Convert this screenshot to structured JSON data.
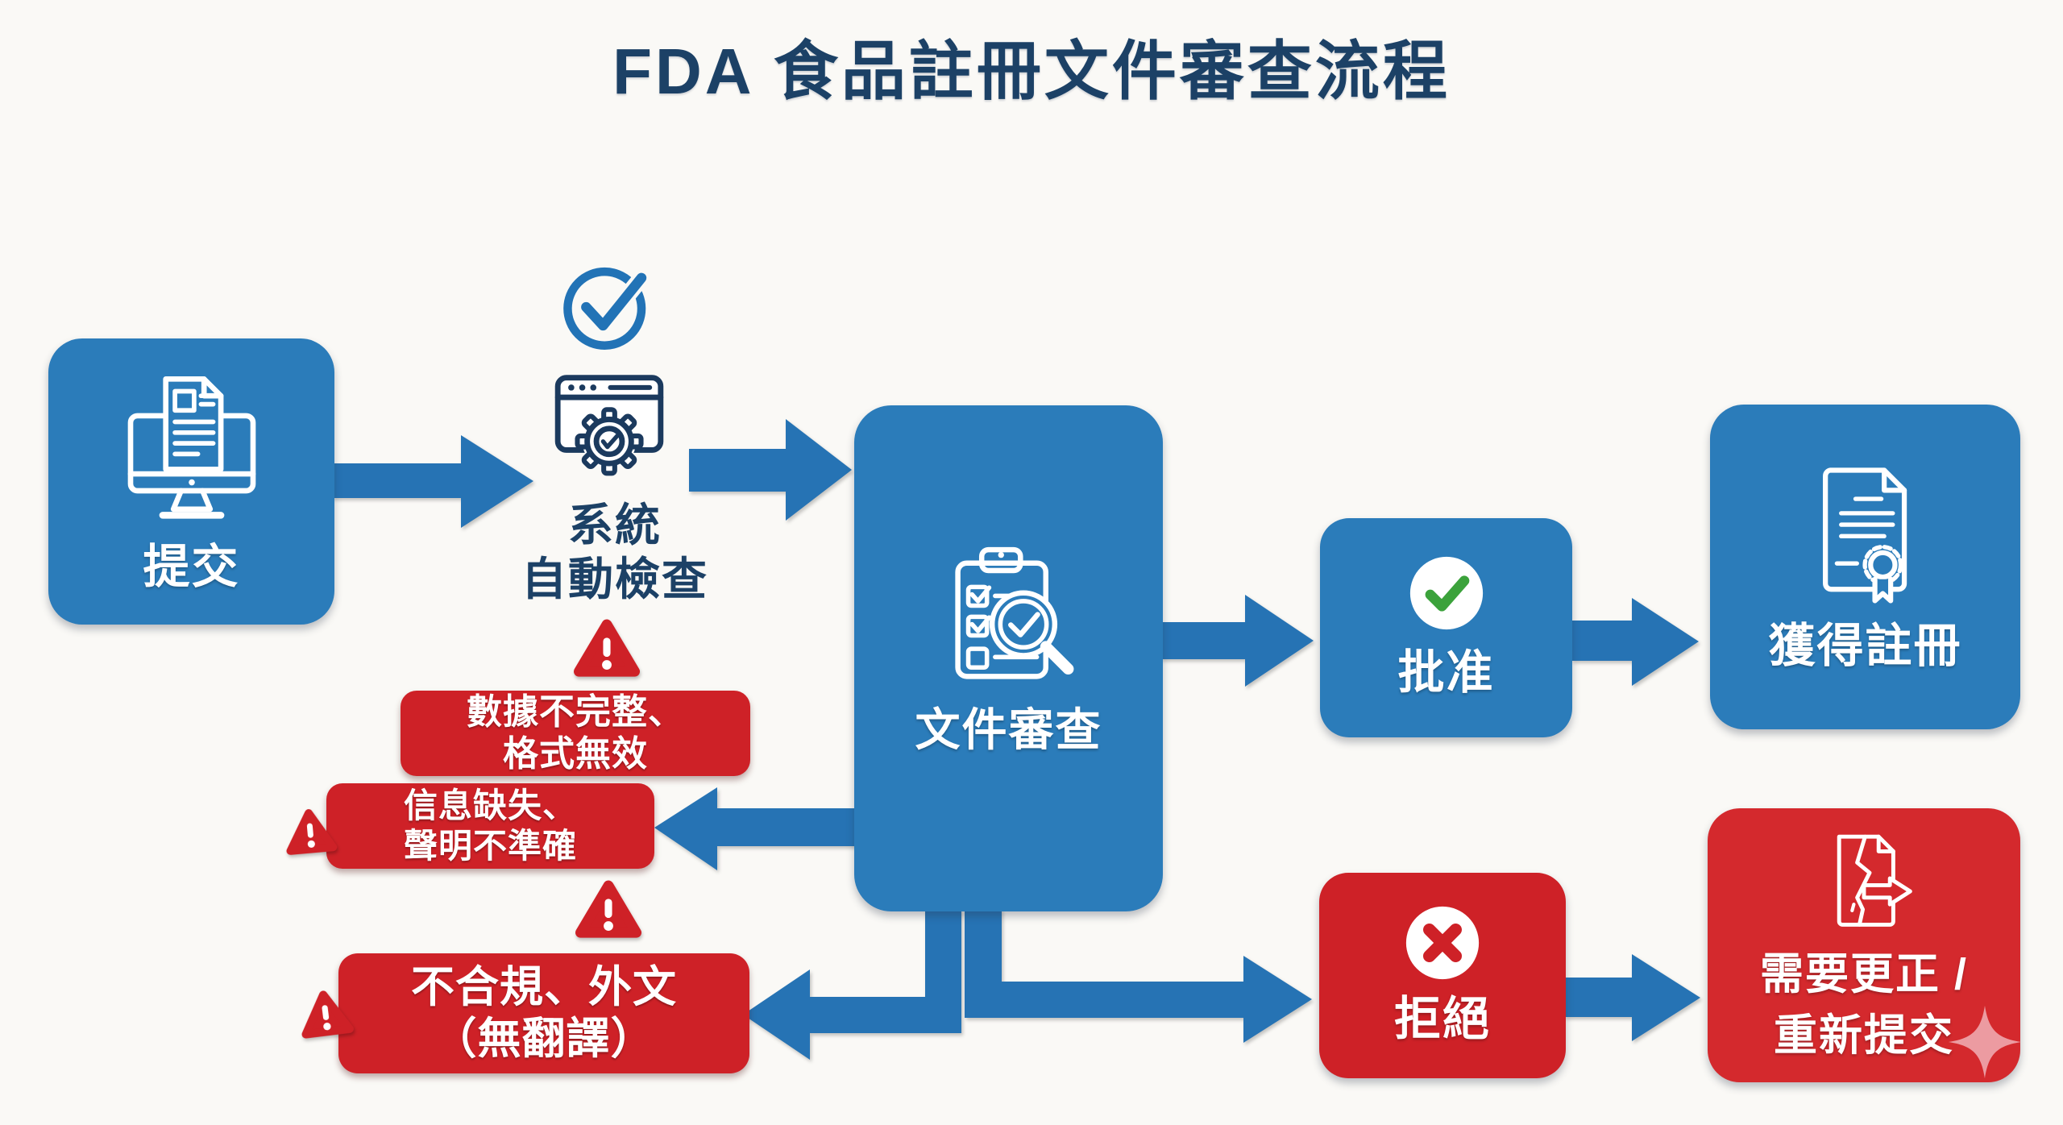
{
  "title": "FDA 食品註冊文件審查流程",
  "flow": {
    "submit": {
      "label": "提交",
      "icon": "monitor-document-icon"
    },
    "system_check": {
      "label_line1": "系統",
      "label_line2": "自動檢查",
      "icon": "browser-gear-check-icon",
      "badge_icon": "circle-check-icon"
    },
    "document_review": {
      "label": "文件審查",
      "icon": "clipboard-checklist-magnifier-icon"
    },
    "approve": {
      "label": "批准",
      "icon": "green-check-circle-icon"
    },
    "registered": {
      "label": "獲得註冊",
      "icon": "certificate-icon"
    },
    "reject": {
      "label": "拒絕",
      "icon": "red-cross-circle-icon"
    },
    "resubmit": {
      "label_line1": "需要更正 /",
      "label_line2": "重新提交",
      "icon": "broken-document-arrow-icon",
      "decoration_icon": "sparkle-icon"
    }
  },
  "rejection_reasons": [
    {
      "line1": "數據不完整、",
      "line2": "格式無效"
    },
    {
      "line1": "信息缺失、",
      "line2": "聲明不準確"
    },
    {
      "line1": "不合規、外文",
      "line2": "（無翻譯）"
    }
  ],
  "warning_icon": "warning-triangle-icon",
  "colors": {
    "background": "#faf9f6",
    "box_blue": "#2b7cba",
    "arrow_blue": "#2673b4",
    "box_red": "#ce2127",
    "box_red_bright": "#d4292d",
    "navy_text": "#1c4166",
    "green_check": "#3ba23b",
    "sparkle_pink": "#ec9ba1"
  }
}
